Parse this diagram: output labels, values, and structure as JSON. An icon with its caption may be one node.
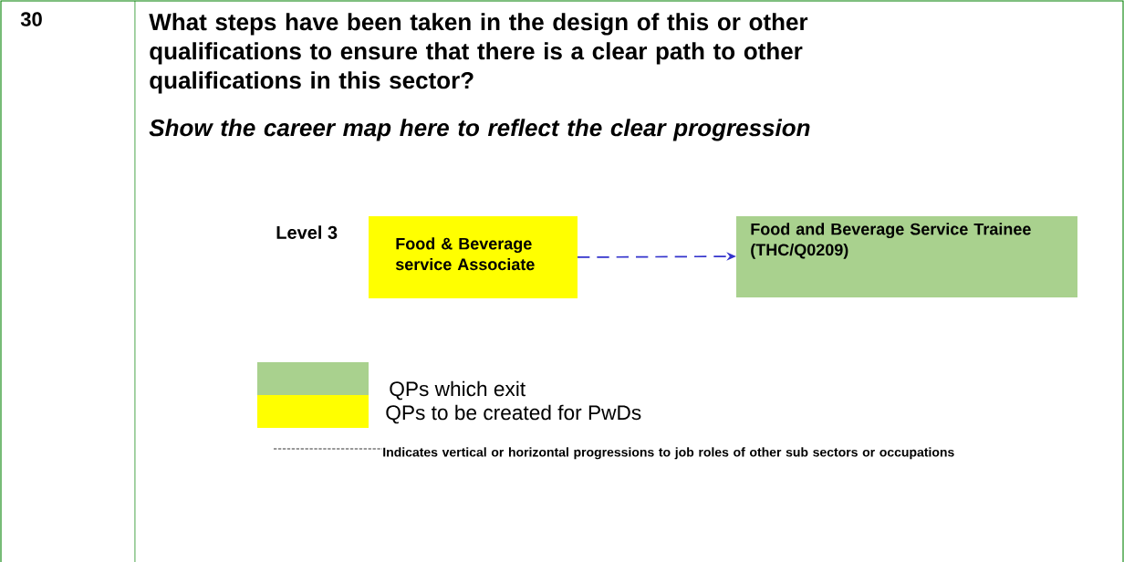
{
  "diagram": {
    "nodes": [
      {
        "text": [
          "Food & Beverage service Associate"
        ]
      },
      {
        "text": [
          "Food and Beverage Service Trainee (THC/Q0209)"
        ]
      }
    ],
    "edges": [
      {
        "from": 0,
        "to": 1,
        "arrow": "to",
        "style": "dashed",
        "color": "#3333cc"
      }
    ],
    "labels": [
      "30",
      "What steps have been taken in the design of this or other qualifications to ensure that there is a clear path to other qualifications in this sector?",
      "Show the career map here to reflect the clear progression",
      "Level 3"
    ],
    "legend": [
      {
        "text": "QPs which exit",
        "color": "#a9d18e"
      },
      {
        "text": "QPs to be created for PwDs",
        "color": "#ffff00"
      },
      {
        "text": "Indicates vertical or horizontal progressions to job roles of other sub sectors or occupations"
      }
    ]
  }
}
